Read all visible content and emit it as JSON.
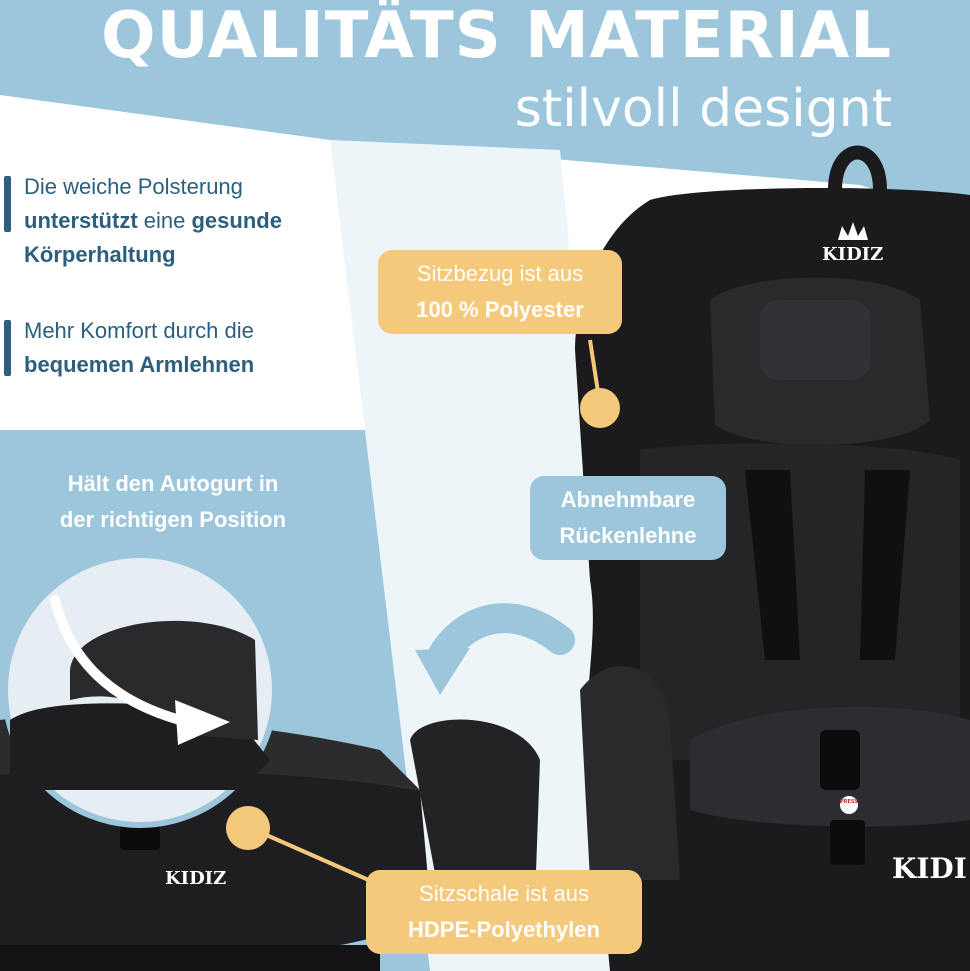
{
  "header": {
    "title": "QUALITÄTS MATERIAL",
    "subtitle": "stilvoll designt"
  },
  "features": [
    {
      "line1": "Die weiche Polsterung",
      "bold1": "unterstützt",
      "text2": " eine ",
      "bold2": "gesunde",
      "bold3": "Körperhaltung"
    },
    {
      "line1": "Mehr Komfort durch die",
      "bold1": "bequemen Armlehnen"
    }
  ],
  "callouts": {
    "belt": {
      "line1": "Hält den Autogurt  in",
      "line2": "der richtigen Position"
    },
    "backrest": {
      "line1": "Abnehmbare",
      "line2": "Rückenlehne"
    },
    "cover": {
      "line1": "Sitzbezug ist aus",
      "line2": "100 % Polyester"
    },
    "shell": {
      "line1": "Sitzschale ist aus",
      "line2": "HDPE-Polyethylen"
    }
  },
  "brand": {
    "seat_logo": "KIDIZ",
    "booster_logo": "KIDIZ",
    "seat_side_logo": "KIDI",
    "buckle_label": "PRESS"
  },
  "colors": {
    "light_blue": "#9bc6dc",
    "dark_teal": "#2c5f7d",
    "orange": "#f5c97c",
    "seat_black": "#1b1b1d"
  }
}
